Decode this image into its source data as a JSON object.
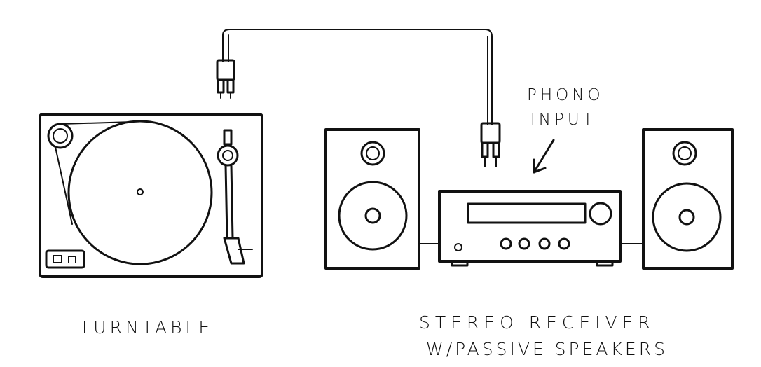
{
  "labels": {
    "turntable": "TURNTABLE",
    "receiver_line1": "STEREO RECEIVER",
    "receiver_line2": "W/PASSIVE SPEAKERS",
    "phono_line1": "PHONO",
    "phono_line2": "INPUT"
  },
  "colors": {
    "ink": "#111111",
    "background": "#ffffff"
  }
}
